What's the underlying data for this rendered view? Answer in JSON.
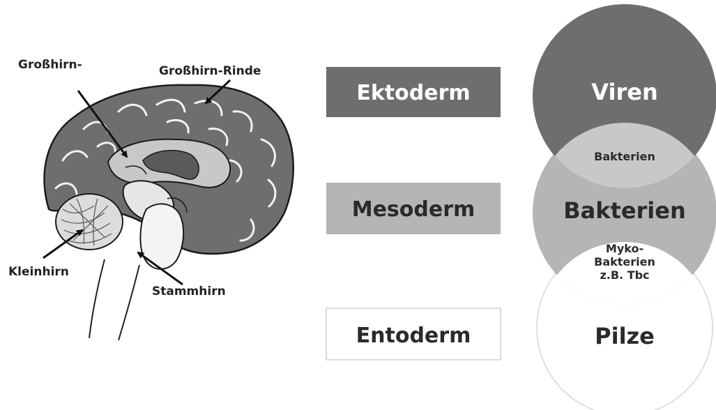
{
  "brain": {
    "labels": {
      "grosshirn": "Großhirn-",
      "grosshirn_rinde": "Großhirn-Rinde",
      "kleinhirn": "Kleinhirn",
      "stammhirn": "Stammhirn"
    }
  },
  "germ_layers": {
    "ektoderm": "Ektoderm",
    "mesoderm": "Mesoderm",
    "entoderm": "Entoderm"
  },
  "organisms": {
    "viren": "Viren",
    "bakterien_small": "Bakterien",
    "bakterien": "Bakterien",
    "myko_line1": "Myko-",
    "myko_line2": "Bakterien",
    "myko_line3": "z.B. Tbc",
    "pilze": "Pilze"
  },
  "colors": {
    "dark": "#6e6e6e",
    "medium": "#b5b5b5",
    "light_inner": "#c8c8c8",
    "white": "#ffffff"
  }
}
